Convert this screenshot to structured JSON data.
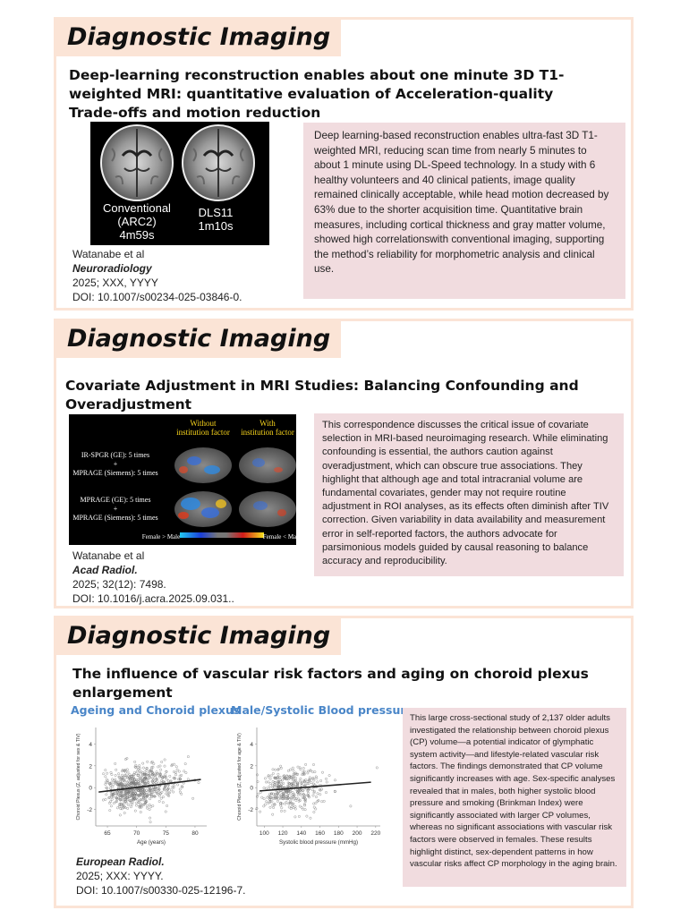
{
  "articles": [
    {
      "banner": "Diagnostic Imaging",
      "title": "Deep-learning reconstruction enables about one minute 3D T1-weighted MRI: quantitative evaluation of Acceleration-quality Trade-offs and motion reduction",
      "figure": {
        "label_left_1": "Conventional",
        "label_left_2": "(ARC2)",
        "label_left_3": "4m59s",
        "label_right_1": "DLS11",
        "label_right_2": "1m10s"
      },
      "authors": "Watanabe et al",
      "journal": "Neuroradiology",
      "issue": "2025; XXX, YYYY",
      "doi": "DOI: 10.1007/s00234-025-03846-0.",
      "abstract": "Deep learning-based reconstruction enables ultra-fast 3D T1-weighted MRI, reducing scan time from nearly 5 minutes to about 1 minute using DL-Speed technology. In a study with 6 healthy volunteers and 40 clinical patients, image quality remained clinically acceptable, while head motion decreased by 63% due to the shorter acquisition time. Quantitative brain measures, including cortical thickness and gray matter volume, showed high correlationswith conventional imaging, supporting the method’s reliability for morphometric analysis and clinical use."
    },
    {
      "banner": "Diagnostic Imaging",
      "title": "Covariate Adjustment in MRI Studies: Balancing Confounding and Overadjustment",
      "figure": {
        "col_left": "Without institution factor",
        "col_right": "With institution factor",
        "row1_line1": "IR-SPGR (GE): 5 times",
        "row1_line2": "+",
        "row1_line3": "MPRAGE (Siemens): 5 times",
        "row2_line1": "MPRAGE (GE): 5 times",
        "row2_line2": "+",
        "row2_line3": "MPRAGE (Siemens): 5 times",
        "legend_left": "Female > Male",
        "legend_right": "Female < Male"
      },
      "authors": "Watanabe et al",
      "journal": "Acad Radiol.",
      "issue": "2025; 32(12): 7498.",
      "doi": "DOI: 10.1016/j.acra.2025.09.031..",
      "abstract": "This correspondence discusses the critical issue of covariate selection in MRI-based neuroimaging research. While eliminating confounding is essential, the authors caution against overadjustment, which can obscure true associations. They highlight that although age and total intracranial volume are fundamental covariates, gender may not require routine adjustment in ROI analyses, as its effects often diminish after TIV correction. Given variability in data availability and measurement error in self-reported factors, the authors advocate for parsimonious models guided by causal reasoning to balance accuracy and reproducibility."
    },
    {
      "banner": "Diagnostic Imaging",
      "title": "The influence of vascular risk factors and aging on choroid plexus enlargement",
      "chart_left_title": "Ageing and Choroid plexus",
      "chart_right_title": "Male/Systolic Blood pressure",
      "journal": "European Radiol.",
      "issue": "2025; XXX: YYYY.",
      "doi": "DOI: 10.1007/s00330-025-12196-7.",
      "abstract": "This large cross-sectional study of 2,137 older adults investigated the relationship between choroid plexus (CP) volume—a potential indicator of glymphatic system activity—and lifestyle-related vascular risk factors. The findings demonstrated that CP volume significantly increases with age. Sex-specific analyses revealed that in males, both higher systolic blood pressure and smoking (Brinkman Index) were significantly associated with larger CP volumes, whereas no significant associations with vascular risk factors were observed in females. These results highlight distinct, sex-dependent patterns in how vascular risks affect CP morphology in the aging brain."
    }
  ],
  "chart_data": [
    {
      "type": "scatter",
      "title": "Ageing and Choroid plexus",
      "xlabel": "Age (years)",
      "ylabel": "Choroid Plexus (Z, adjusted for sex & TIV)",
      "x_ticks": [
        "65",
        "70",
        "75",
        "80"
      ],
      "y_ticks": [
        "4",
        "2",
        "0",
        "-2"
      ],
      "xlim": [
        63,
        82
      ],
      "ylim": [
        -3.5,
        5.5
      ],
      "trend": {
        "x": [
          63.5,
          81
        ],
        "y": [
          -0.4,
          0.75
        ]
      },
      "color": "#555555"
    },
    {
      "type": "scatter",
      "title": "Male/Systolic Blood pressure",
      "xlabel": "Systolic blood pressure (mmHg)",
      "ylabel": "Choroid Plexus (Z, adjusted for age & TIV)",
      "x_ticks": [
        "100",
        "120",
        "140",
        "160",
        "180",
        "200",
        "220"
      ],
      "y_ticks": [
        "4",
        "2",
        "0",
        "-2"
      ],
      "xlim": [
        92,
        225
      ],
      "ylim": [
        -3.5,
        5.5
      ],
      "trend": {
        "x": [
          95,
          215
        ],
        "y": [
          -0.3,
          0.5
        ]
      },
      "color": "#555555"
    }
  ]
}
